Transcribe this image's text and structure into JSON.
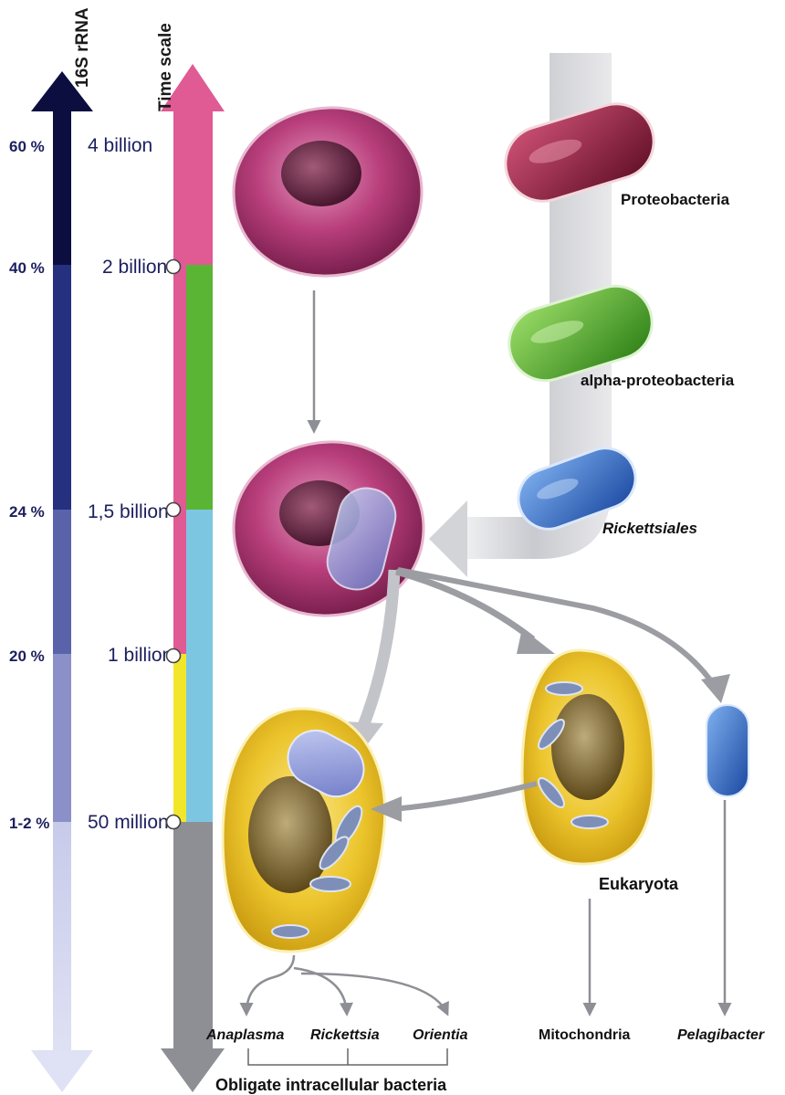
{
  "rrna_axis": {
    "title": "16S rRNA",
    "ticks": [
      "60 %",
      "40 %",
      "24 %",
      "20 %",
      "1-2 %"
    ],
    "band_colors": [
      "#0b0e3f",
      "#25307e",
      "#5a63aa",
      "#8b91c8",
      "#bfc3e6"
    ]
  },
  "time_axis": {
    "title": "Time scale",
    "ticks": [
      "4 billion",
      "2 billion",
      "1,5 billion",
      "1 billion",
      "50 million"
    ],
    "band_colors": [
      "#e05a94",
      "#5bb535",
      "#7cc6e2",
      "#f2e62a",
      "#8e8f94"
    ]
  },
  "taxa": {
    "proteobacteria": "Proteobacteria",
    "alpha": "alpha-proteobacteria",
    "rickettsiales": "Rickettsiales",
    "eukaryota": "Eukaryota"
  },
  "outcomes": {
    "anaplasma": "Anaplasma",
    "rickettsia": "Rickettsia",
    "orientia": "Orientia",
    "mitochondria": "Mitochondria",
    "pelagibacter": "Pelagibacter",
    "group_label": "Obligate intracellular bacteria"
  },
  "colors": {
    "arrow_grey": "#8e8f94",
    "proteobacteria": "#a8234a",
    "alpha": "#4aa62a",
    "rickettsiales": "#2d6bc4",
    "host_cell": "#b73d78",
    "eukaryote_cell": "#e8c12a"
  }
}
